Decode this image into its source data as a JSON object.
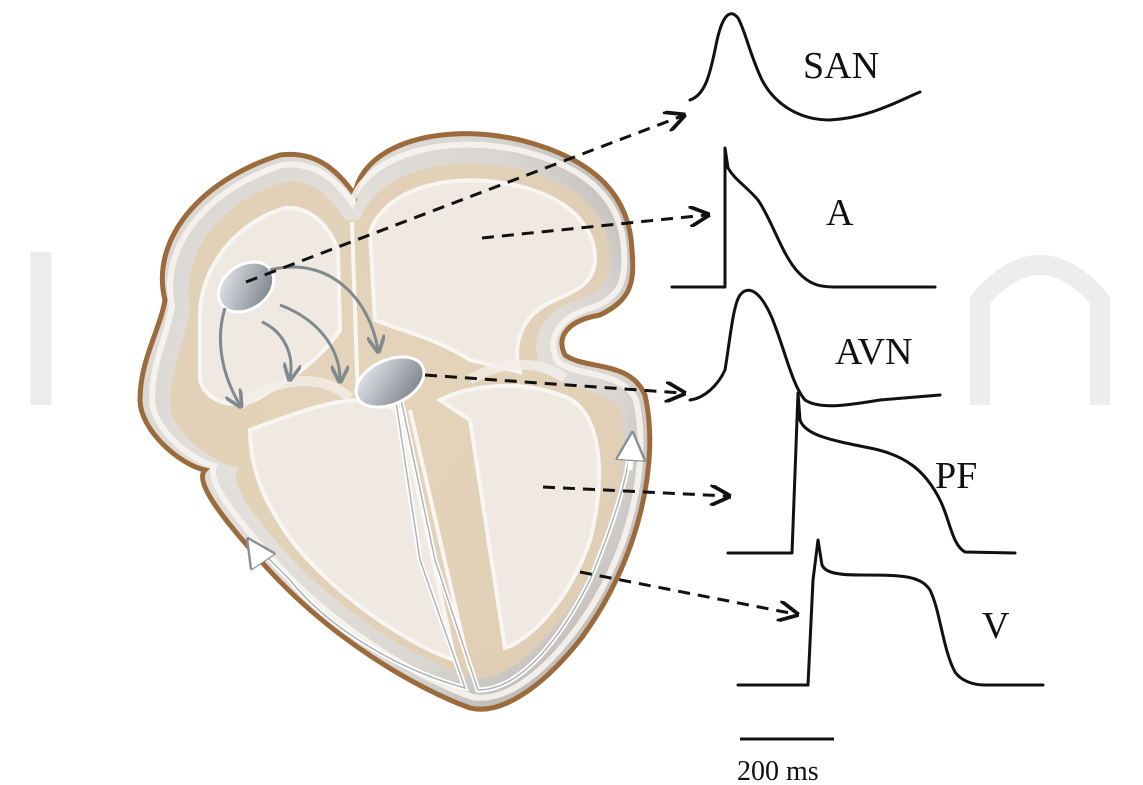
{
  "diagram": {
    "labels": {
      "san": "SAN",
      "atrium": "A",
      "avn": "AVN",
      "purkinje": "PF",
      "ventricle": "V"
    },
    "scale_bar": {
      "label": "200 ms"
    },
    "colors": {
      "heart_outline": "#9c6b3c",
      "heart_inner": "#efe6da",
      "wall": "#e2cfb2",
      "node": "#b9bfc6",
      "conduction_arrow": "#7f8a8f",
      "trace": "#111111"
    }
  }
}
